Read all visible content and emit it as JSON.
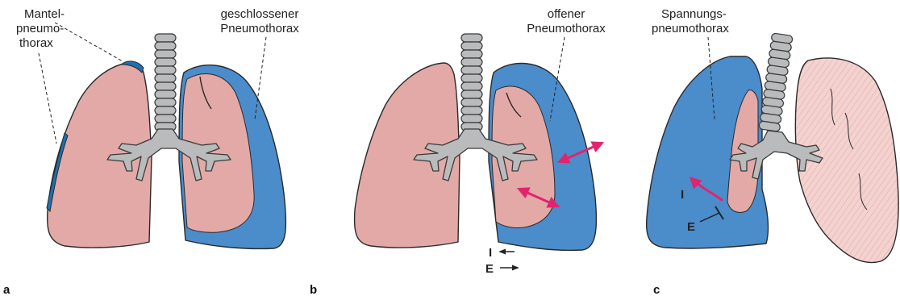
{
  "panels": [
    {
      "id": "a",
      "letter": "a",
      "label_left": [
        "Mantel-",
        "pneumo-",
        "thorax"
      ],
      "label_right": [
        "geschlossener",
        "Pneumothorax"
      ]
    },
    {
      "id": "b",
      "letter": "b",
      "label_right": [
        "offener",
        "Pneumothorax"
      ],
      "legend_inspiration": "I",
      "legend_expiration": "E"
    },
    {
      "id": "c",
      "letter": "c",
      "label_left": [
        "Spannungs-",
        "pneumothorax"
      ],
      "label_inspiration": "I",
      "label_expiration": "E"
    }
  ],
  "colors": {
    "lung_tissue": "#e3a9a6",
    "pneumothorax_air": "#4b8ccb",
    "mantel_air": "#1d6fb0",
    "bronchi": "#b9bbbc",
    "airflow_arrow": "#e0246e",
    "compressed_lung_stripes": "#eec6c2"
  }
}
